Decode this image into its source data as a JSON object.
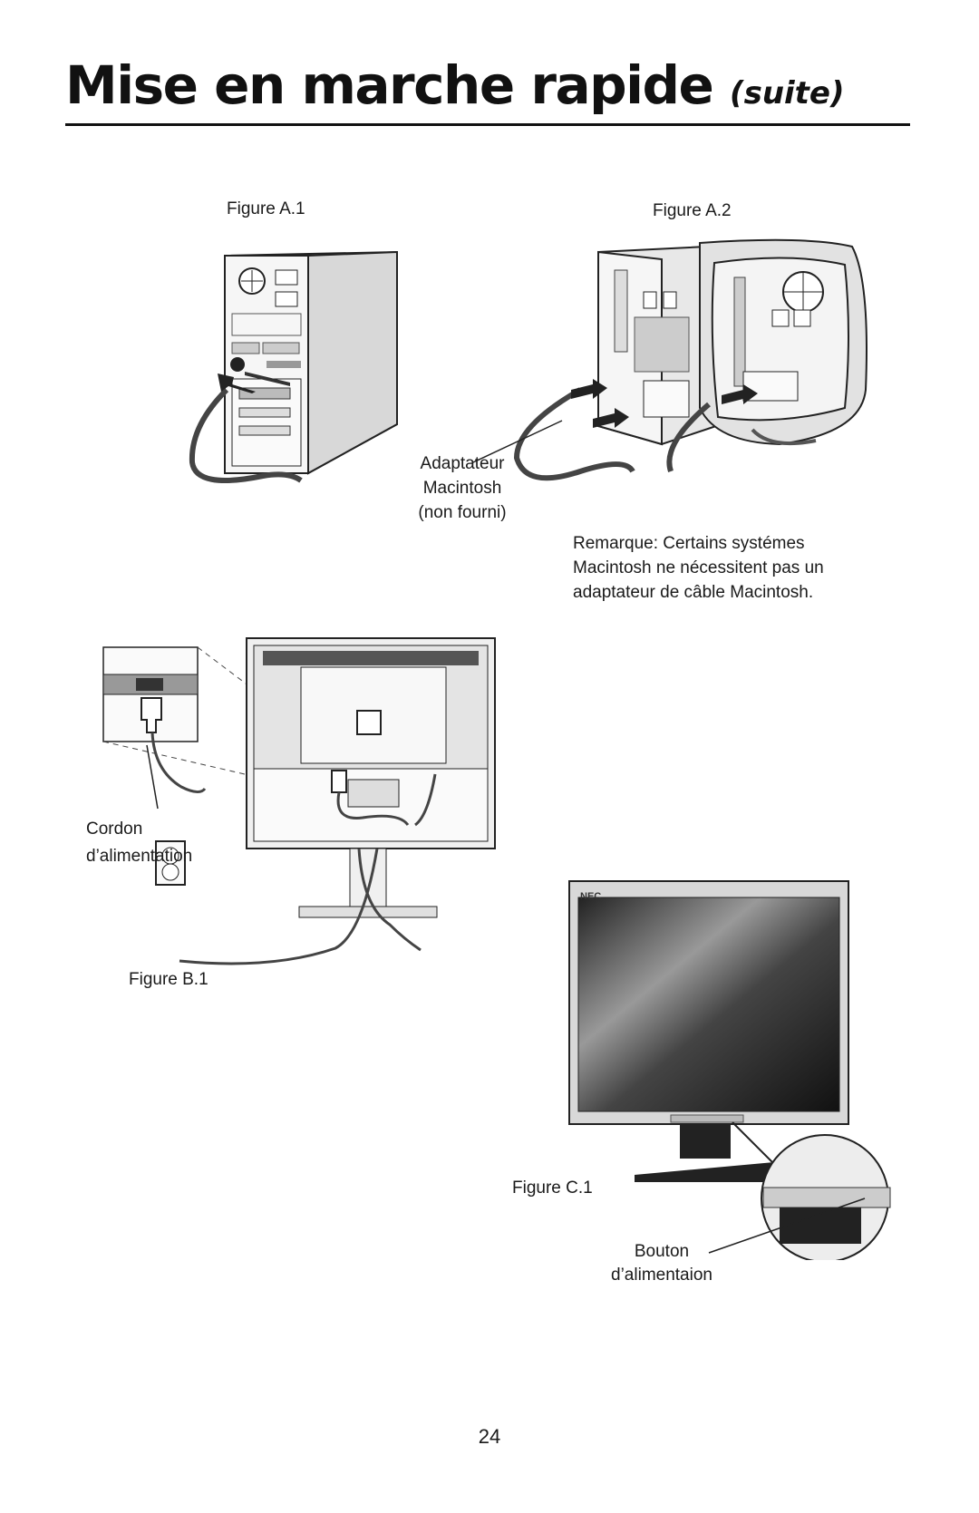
{
  "page": {
    "title": "Mise en marche rapide",
    "title_suffix": "(suite)",
    "page_number": "24"
  },
  "figures": {
    "a1": {
      "caption": "Figure A.1"
    },
    "a2": {
      "caption": "Figure A.2"
    },
    "b1": {
      "caption": "Figure B.1"
    },
    "c1": {
      "caption": "Figure C.1"
    }
  },
  "labels": {
    "adapter_line1": "Adaptateur",
    "adapter_line2": "Macintosh",
    "adapter_line3": "(non fourni)",
    "note_line1": "Remarque: Certains systémes",
    "note_line2": "Macintosh ne nécessitent pas un",
    "note_line3": "adaptateur de câble Macintosh.",
    "power_cord_line1": "Cordon",
    "power_cord_line2": "d’alimentation",
    "power_button_line1": "Bouton",
    "power_button_line2": "d’alimentaion"
  },
  "monitor": {
    "brand": "NEC"
  },
  "icons": [
    "pc-tower-back-illustration",
    "mac-tower-back-illustration",
    "arrow-icon",
    "monitor-back-illustration",
    "wall-outlet-icon",
    "monitor-front-illustration",
    "zoom-callout-illustration"
  ]
}
